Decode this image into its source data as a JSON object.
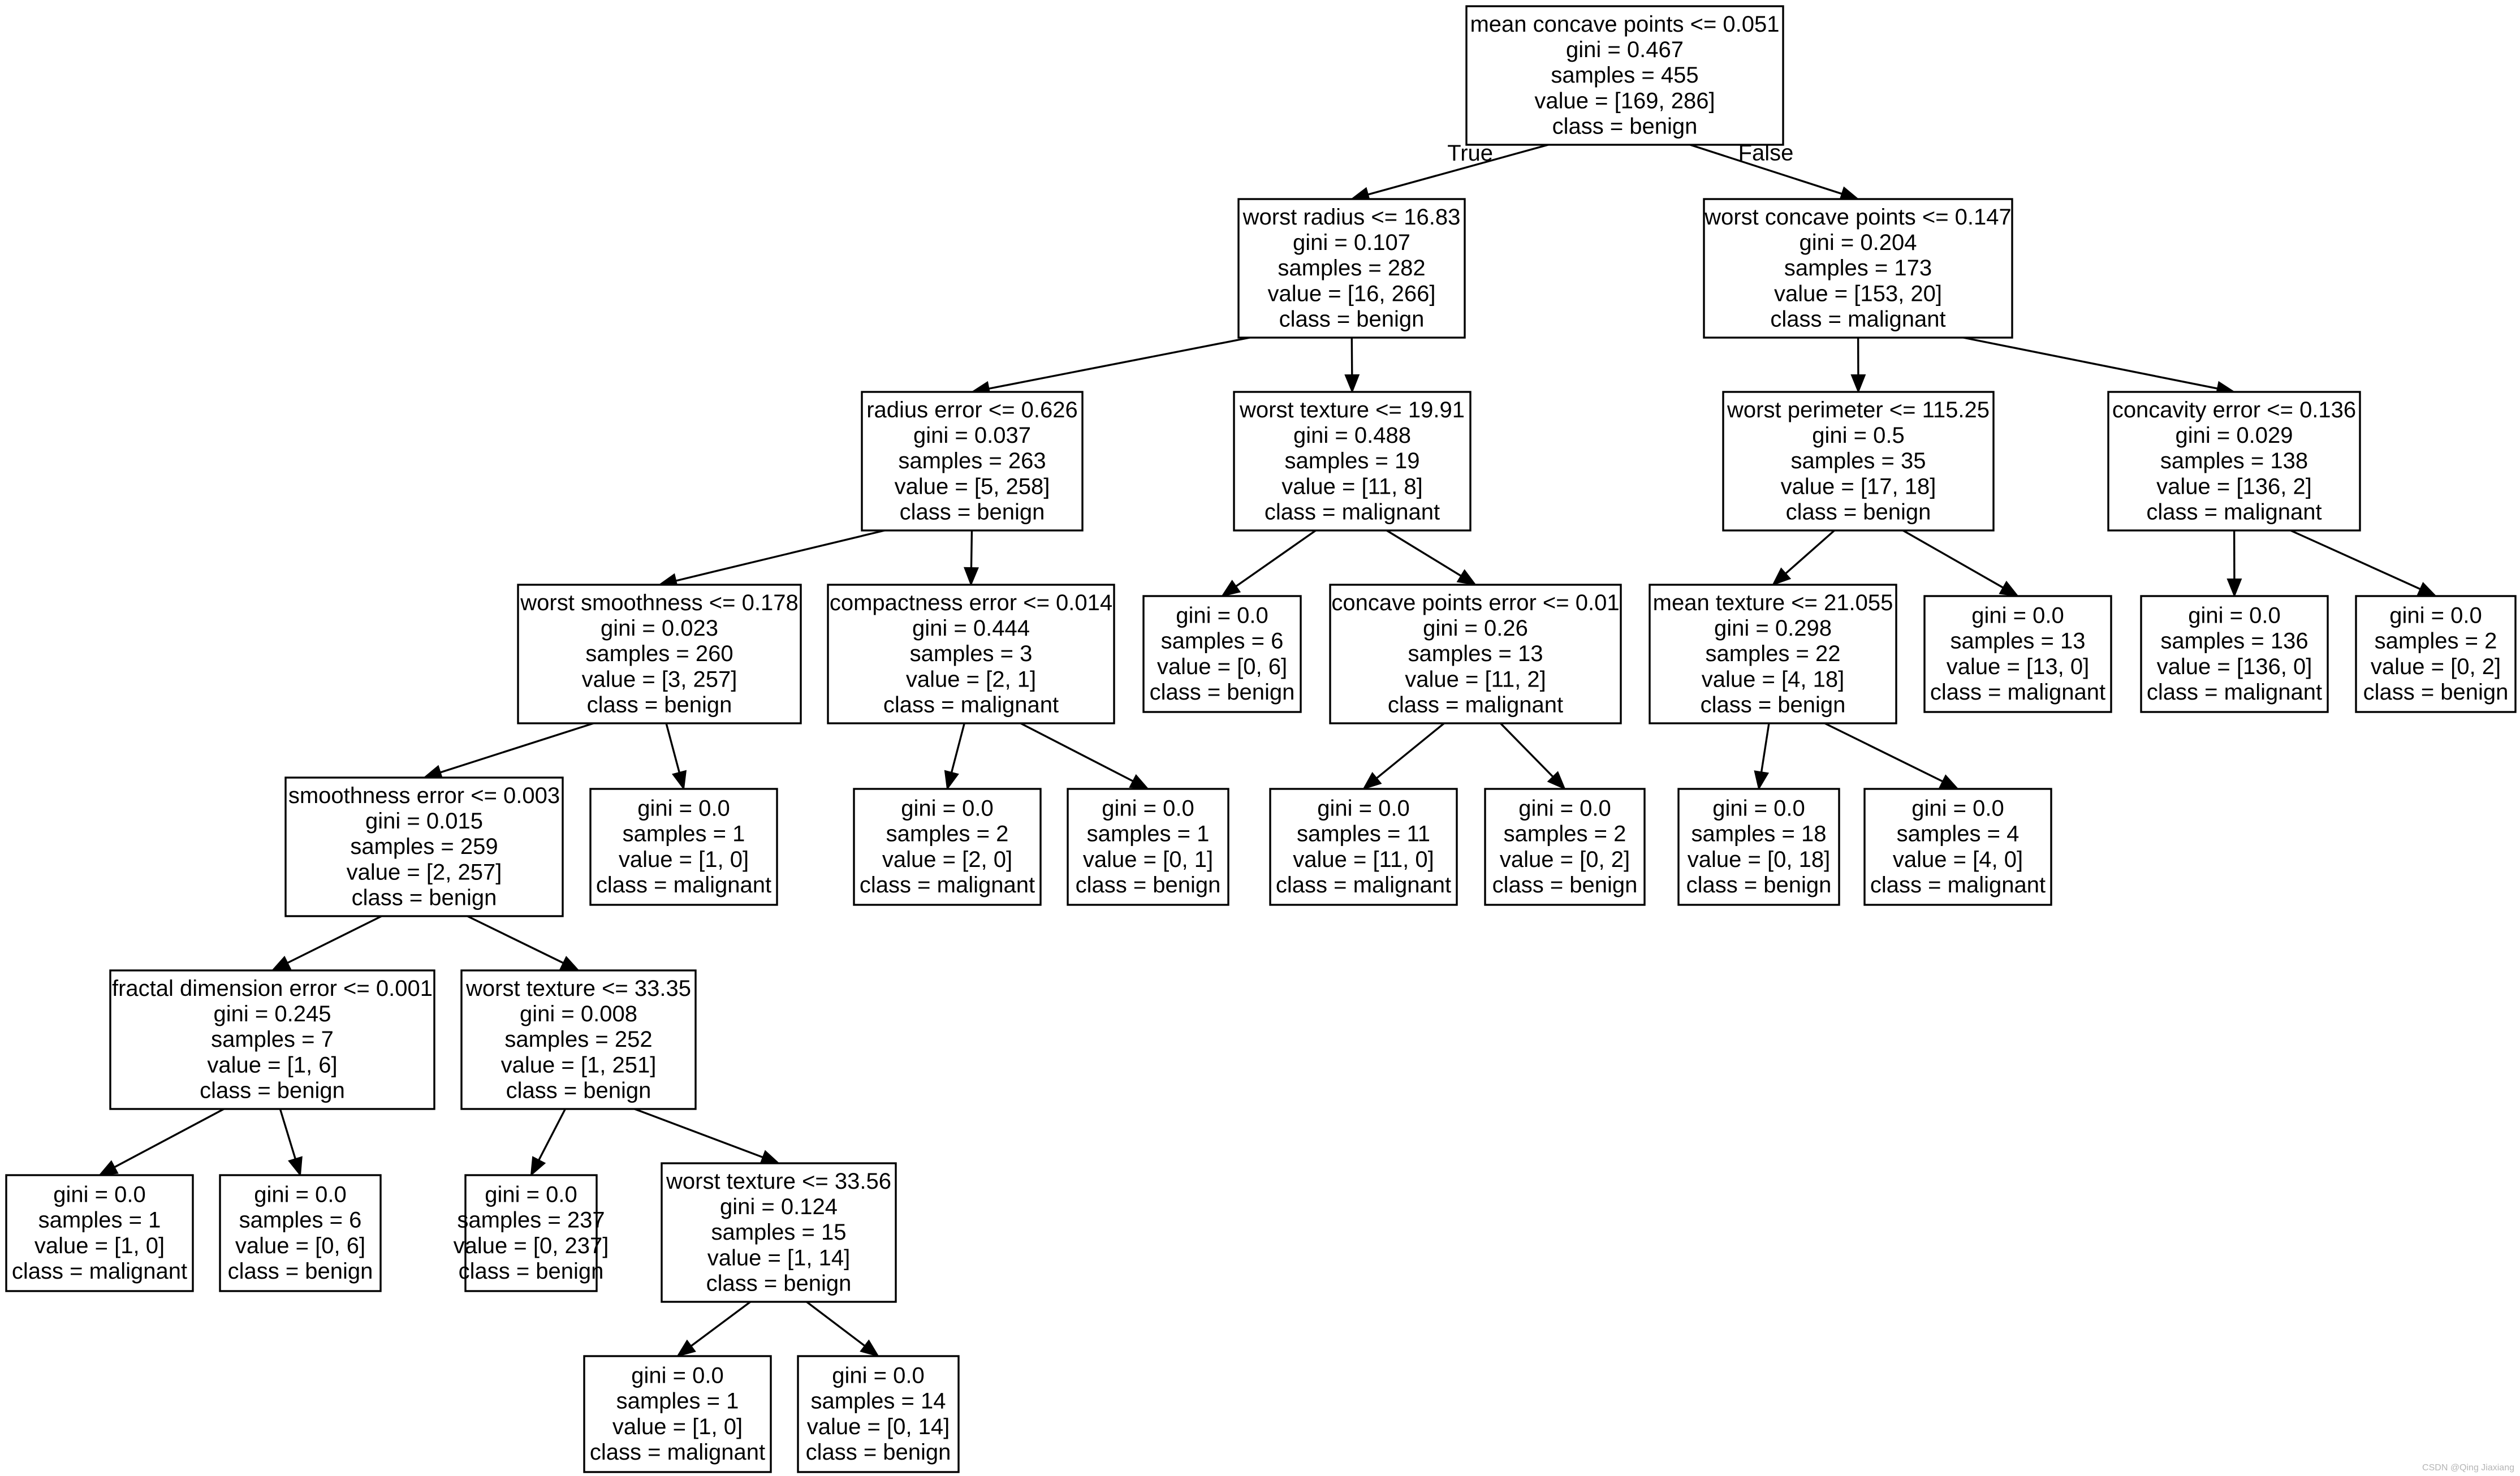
{
  "diagram": {
    "type": "decision-tree",
    "nodes": [
      {
        "id": "n0",
        "lines": [
          "mean concave points <= 0.051",
          "gini = 0.467",
          "samples = 455",
          "value = [169, 286]",
          "class = benign"
        ]
      },
      {
        "id": "n1",
        "lines": [
          "worst radius <= 16.83",
          "gini = 0.107",
          "samples = 282",
          "value = [16, 266]",
          "class = benign"
        ]
      },
      {
        "id": "n2",
        "lines": [
          "worst concave points <= 0.147",
          "gini = 0.204",
          "samples = 173",
          "value = [153, 20]",
          "class = malignant"
        ]
      },
      {
        "id": "n3",
        "lines": [
          "radius error <= 0.626",
          "gini = 0.037",
          "samples = 263",
          "value = [5, 258]",
          "class = benign"
        ]
      },
      {
        "id": "n4",
        "lines": [
          "worst texture <= 19.91",
          "gini = 0.488",
          "samples = 19",
          "value = [11, 8]",
          "class = malignant"
        ]
      },
      {
        "id": "n5",
        "lines": [
          "worst perimeter <= 115.25",
          "gini = 0.5",
          "samples = 35",
          "value = [17, 18]",
          "class = benign"
        ]
      },
      {
        "id": "n6",
        "lines": [
          "concavity error <= 0.136",
          "gini = 0.029",
          "samples = 138",
          "value = [136, 2]",
          "class = malignant"
        ]
      },
      {
        "id": "n7",
        "lines": [
          "worst smoothness <= 0.178",
          "gini = 0.023",
          "samples = 260",
          "value = [3, 257]",
          "class = benign"
        ]
      },
      {
        "id": "n8",
        "lines": [
          "compactness error <= 0.014",
          "gini = 0.444",
          "samples = 3",
          "value = [2, 1]",
          "class = malignant"
        ]
      },
      {
        "id": "n9",
        "lines": [
          "gini = 0.0",
          "samples = 6",
          "value = [0, 6]",
          "class = benign"
        ]
      },
      {
        "id": "n10",
        "lines": [
          "concave points error <= 0.01",
          "gini = 0.26",
          "samples = 13",
          "value = [11, 2]",
          "class = malignant"
        ]
      },
      {
        "id": "n11",
        "lines": [
          "mean texture <= 21.055",
          "gini = 0.298",
          "samples = 22",
          "value = [4, 18]",
          "class = benign"
        ]
      },
      {
        "id": "n12",
        "lines": [
          "gini = 0.0",
          "samples = 13",
          "value = [13, 0]",
          "class = malignant"
        ]
      },
      {
        "id": "n13",
        "lines": [
          "gini = 0.0",
          "samples = 136",
          "value = [136, 0]",
          "class = malignant"
        ]
      },
      {
        "id": "n14",
        "lines": [
          "gini = 0.0",
          "samples = 2",
          "value = [0, 2]",
          "class = benign"
        ]
      },
      {
        "id": "n15",
        "lines": [
          "smoothness error <= 0.003",
          "gini = 0.015",
          "samples = 259",
          "value = [2, 257]",
          "class = benign"
        ]
      },
      {
        "id": "n16",
        "lines": [
          "gini = 0.0",
          "samples = 1",
          "value = [1, 0]",
          "class = malignant"
        ]
      },
      {
        "id": "n17",
        "lines": [
          "gini = 0.0",
          "samples = 2",
          "value = [2, 0]",
          "class = malignant"
        ]
      },
      {
        "id": "n18",
        "lines": [
          "gini = 0.0",
          "samples = 1",
          "value = [0, 1]",
          "class = benign"
        ]
      },
      {
        "id": "n19",
        "lines": [
          "gini = 0.0",
          "samples = 11",
          "value = [11, 0]",
          "class = malignant"
        ]
      },
      {
        "id": "n20",
        "lines": [
          "gini = 0.0",
          "samples = 2",
          "value = [0, 2]",
          "class = benign"
        ]
      },
      {
        "id": "n21",
        "lines": [
          "gini = 0.0",
          "samples = 18",
          "value = [0, 18]",
          "class = benign"
        ]
      },
      {
        "id": "n22",
        "lines": [
          "gini = 0.0",
          "samples = 4",
          "value = [4, 0]",
          "class = malignant"
        ]
      },
      {
        "id": "n23",
        "lines": [
          "fractal dimension error <= 0.001",
          "gini = 0.245",
          "samples = 7",
          "value = [1, 6]",
          "class = benign"
        ]
      },
      {
        "id": "n24",
        "lines": [
          "worst texture <= 33.35",
          "gini = 0.008",
          "samples = 252",
          "value = [1, 251]",
          "class = benign"
        ]
      },
      {
        "id": "n25",
        "lines": [
          "gini = 0.0",
          "samples = 1",
          "value = [1, 0]",
          "class = malignant"
        ]
      },
      {
        "id": "n26",
        "lines": [
          "gini = 0.0",
          "samples = 6",
          "value = [0, 6]",
          "class = benign"
        ]
      },
      {
        "id": "n27",
        "lines": [
          "gini = 0.0",
          "samples = 237",
          "value = [0, 237]",
          "class = benign"
        ]
      },
      {
        "id": "n28",
        "lines": [
          "worst texture <= 33.56",
          "gini = 0.124",
          "samples = 15",
          "value = [1, 14]",
          "class = benign"
        ]
      },
      {
        "id": "n29",
        "lines": [
          "gini = 0.0",
          "samples = 1",
          "value = [1, 0]",
          "class = malignant"
        ]
      },
      {
        "id": "n30",
        "lines": [
          "gini = 0.0",
          "samples = 14",
          "value = [0, 14]",
          "class = benign"
        ]
      }
    ],
    "edges": [
      {
        "from": "n0",
        "to": "n1",
        "label": "True"
      },
      {
        "from": "n0",
        "to": "n2",
        "label": "False"
      },
      {
        "from": "n1",
        "to": "n3"
      },
      {
        "from": "n1",
        "to": "n4"
      },
      {
        "from": "n2",
        "to": "n5"
      },
      {
        "from": "n2",
        "to": "n6"
      },
      {
        "from": "n3",
        "to": "n7"
      },
      {
        "from": "n3",
        "to": "n8"
      },
      {
        "from": "n4",
        "to": "n9"
      },
      {
        "from": "n4",
        "to": "n10"
      },
      {
        "from": "n5",
        "to": "n11"
      },
      {
        "from": "n5",
        "to": "n12"
      },
      {
        "from": "n6",
        "to": "n13"
      },
      {
        "from": "n6",
        "to": "n14"
      },
      {
        "from": "n7",
        "to": "n15"
      },
      {
        "from": "n7",
        "to": "n16"
      },
      {
        "from": "n8",
        "to": "n17"
      },
      {
        "from": "n8",
        "to": "n18"
      },
      {
        "from": "n10",
        "to": "n19"
      },
      {
        "from": "n10",
        "to": "n20"
      },
      {
        "from": "n11",
        "to": "n21"
      },
      {
        "from": "n11",
        "to": "n22"
      },
      {
        "from": "n15",
        "to": "n23"
      },
      {
        "from": "n15",
        "to": "n24"
      },
      {
        "from": "n23",
        "to": "n25"
      },
      {
        "from": "n23",
        "to": "n26"
      },
      {
        "from": "n24",
        "to": "n27"
      },
      {
        "from": "n24",
        "to": "n28"
      },
      {
        "from": "n28",
        "to": "n29"
      },
      {
        "from": "n28",
        "to": "n30"
      }
    ]
  },
  "watermark": "CSDN @Qing Jiaxiang"
}
